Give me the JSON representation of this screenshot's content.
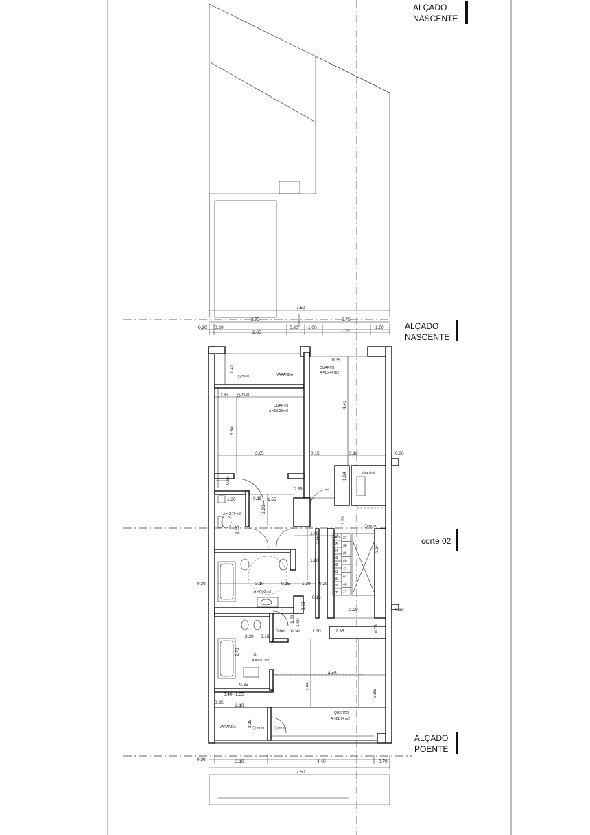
{
  "elevations": {
    "top": [
      "ALÇADO",
      "NASCENTE"
    ],
    "upper": [
      "ALÇADO",
      "NASCENTE"
    ],
    "section": "corte 02",
    "bottom": [
      "ALÇADO",
      "POENTE"
    ]
  },
  "dimensions": {
    "total_top": "7.50",
    "half_left": "3.75",
    "half_right": "3.75",
    "row": [
      "0.30",
      "0.30",
      "2.85",
      "0.30",
      "1.00",
      "1.75",
      "1.00"
    ],
    "bottom_total": "7.50",
    "bottom_row": [
      "0.30",
      "2.10",
      "4.40",
      "0.70"
    ],
    "inner": {
      "d140": "1.40",
      "d035a": "0.35",
      "d035b": "0.35",
      "d441": "4.41",
      "d350": "3.50",
      "d365": "3.65",
      "d015a": "0.15",
      "d310a": "3.10",
      "d030r": "0.30",
      "d060a": "0.60",
      "d130a": "1.30",
      "d015b": "0.15",
      "d165": "1.65",
      "d055": "0.55",
      "d290": "2.90",
      "d164": "1.64",
      "d121": "1.21",
      "d215a": "2.15",
      "d145": "1.45",
      "d355a": "3.55",
      "d334": "3.34",
      "d120a": "1.20",
      "d030l": "0.30",
      "d310b": "3.10",
      "d015c": "0.15",
      "d120b": "1.20",
      "d020": "0.20",
      "d015d": "0.15",
      "d060b": "0.60",
      "d220a": "2.20",
      "d030r2": "0.30",
      "d130b": "1.30",
      "d190": "1.90",
      "d060c": "0.60",
      "d030c": "0.30",
      "d130c": "1.30",
      "d235": "2.35",
      "d075": "0.75",
      "d220b": "2.20",
      "d015e": "0.15",
      "d270": "2.70",
      "d445": "4.45",
      "d035c": "0.35",
      "d355b": "3.55",
      "d385": "3.85",
      "d040": "0.40",
      "d135": "1.35",
      "d035d": "0.35",
      "d210": "2.10",
      "d215b": "2.15"
    }
  },
  "rooms": {
    "varanda_top": "VARANDA",
    "quarto_right_name": "QUARTO",
    "quarto_right_area": "A =16.44 m2",
    "quarto_left_name": "QUARTO",
    "quarto_left_area": "A =18.08 m2",
    "wc_small_area": "A = 2.79 m2",
    "bath_area": "A =7.00 m2",
    "is_name": "I.S.",
    "is_area": "A =5.00 m2",
    "quarto_bottom_name": "QUARTO",
    "quarto_bottom_area": "A =21.54 m2",
    "varanda_bottom": "VARANDA",
    "chimney": "chaminé"
  },
  "levels": {
    "l1": "78.32",
    "l2": "78.34",
    "l3": "78.34",
    "l4": "78.32",
    "l5": "78.34"
  },
  "stairs": {
    "left_column": [
      "36",
      "35",
      "34",
      "33",
      "32",
      "31",
      "30",
      "29",
      "28"
    ],
    "mid_column": [
      "37",
      "38",
      "39",
      "40",
      "41",
      "42",
      "43",
      "27"
    ]
  }
}
